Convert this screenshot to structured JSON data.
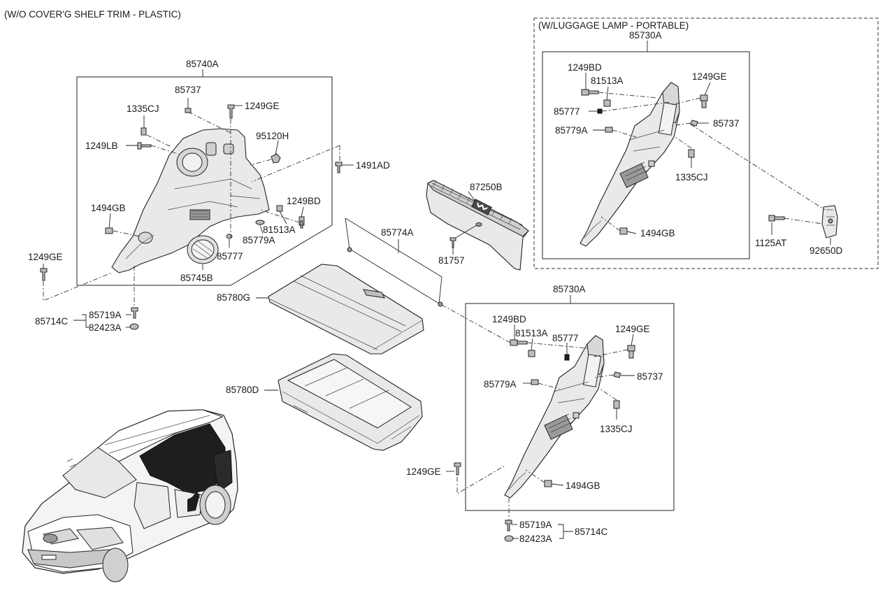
{
  "headers": {
    "without_cover": "(W/O COVER'G SHELF TRIM - PLASTIC)",
    "with_lamp": "(W/LUGGAGE LAMP - PORTABLE)"
  },
  "labels": {
    "l_85740A": "85740A",
    "l_85737_a": "85737",
    "l_1335CJ_a": "1335CJ",
    "l_1249GE_a": "1249GE",
    "l_95120H": "95120H",
    "l_1249LB": "1249LB",
    "l_1491AD": "1491AD",
    "l_1494GB_a": "1494GB",
    "l_1249BD_a": "1249BD",
    "l_81513A_a": "81513A",
    "l_85779A_a": "85779A",
    "l_85777_a": "85777",
    "l_85745B": "85745B",
    "l_1249GE_b": "1249GE",
    "l_85714C_a": "85714C",
    "l_85719A_a": "85719A",
    "l_82423A_a": "82423A",
    "l_87250B": "87250B",
    "l_85774A": "85774A",
    "l_81757": "81757",
    "l_85780G": "85780G",
    "l_85780D": "85780D",
    "l_85730A_top": "85730A",
    "l_1249BD_b": "1249BD",
    "l_81513A_b": "81513A",
    "l_1249GE_c": "1249GE",
    "l_85777_b": "85777",
    "l_85737_b": "85737",
    "l_85779A_b": "85779A",
    "l_1335CJ_b": "1335CJ",
    "l_1494GB_b": "1494GB",
    "l_1125AT": "1125AT",
    "l_92650D": "92650D",
    "l_85730A_bot": "85730A",
    "l_1249BD_c": "1249BD",
    "l_81513A_c": "81513A",
    "l_85777_c": "85777",
    "l_1249GE_d": "1249GE",
    "l_85737_c": "85737",
    "l_85779A_c": "85779A",
    "l_1335CJ_c": "1335CJ",
    "l_1249GE_e": "1249GE",
    "l_1494GB_c": "1494GB",
    "l_85719A_b": "85719A",
    "l_85714C_b": "85714C",
    "l_82423A_b": "82423A"
  }
}
